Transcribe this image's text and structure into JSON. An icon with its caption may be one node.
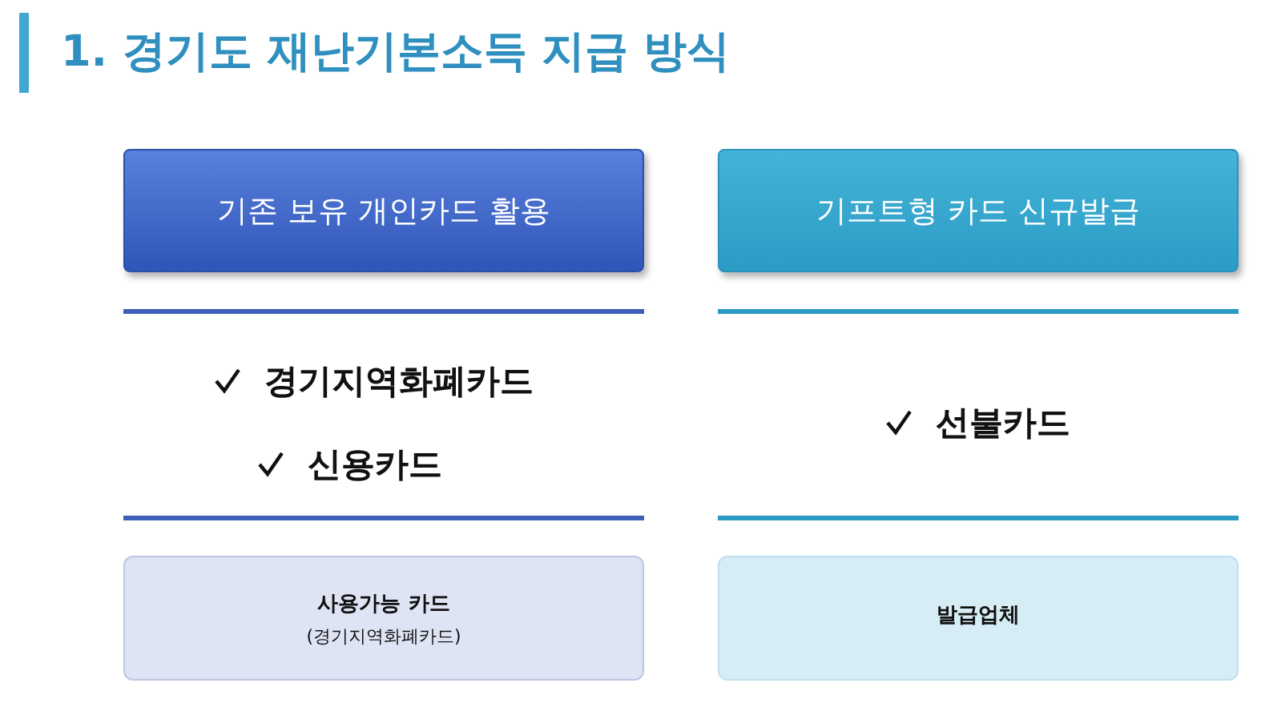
{
  "diagram": {
    "title": "1. 경기도 재난기본소득 지급 방식",
    "nodes": [
      {
        "text": [
          "기존 보유 개인카드 활용"
        ]
      },
      {
        "text": [
          "기프트형 카드 신규발급"
        ]
      },
      {
        "text": [
          "사용가능 카드",
          "(경기지역화폐카드)"
        ]
      },
      {
        "text": [
          "발급업체"
        ]
      }
    ],
    "edges": [],
    "labels": [
      "경기지역화폐카드",
      "신용카드",
      "선불카드"
    ]
  }
}
